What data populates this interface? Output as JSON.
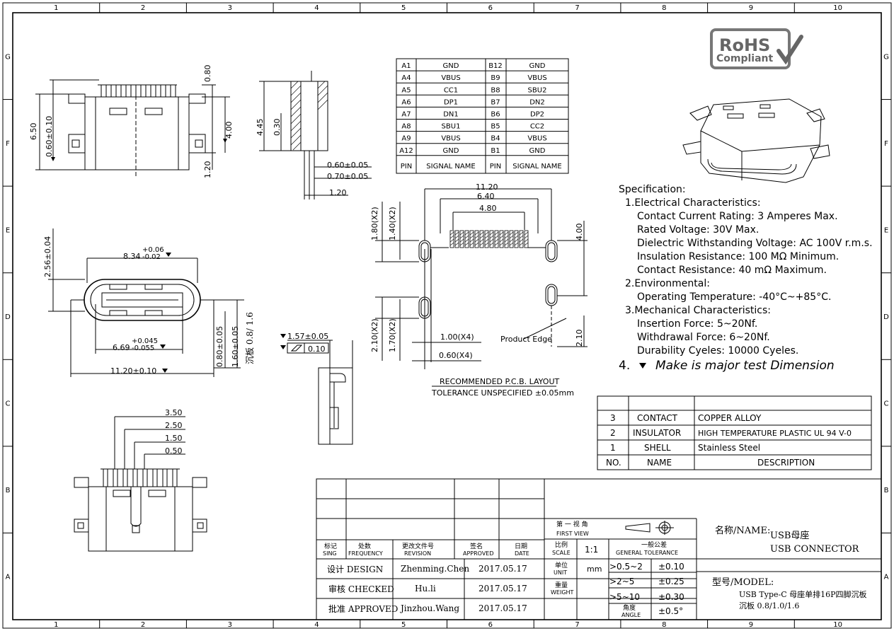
{
  "frame": {
    "columns": [
      "1",
      "2",
      "3",
      "4",
      "5",
      "6",
      "7",
      "8",
      "9",
      "10"
    ],
    "rows": [
      "G",
      "F",
      "E",
      "D",
      "C",
      "B",
      "A"
    ]
  },
  "views": {
    "top_view": {
      "dims": [
        "6.50",
        "0.60±0.10",
        "0.80",
        "4.00",
        "1.20"
      ]
    },
    "side_view": {
      "dims": [
        "4.45",
        "0.30",
        "0.60±0.05",
        "0.70±0.05",
        "1.20"
      ]
    },
    "front_view": {
      "dims": [
        "2.56±0.04",
        "8.34",
        "+0.06",
        "-0.02",
        "6.69",
        "+0.045",
        "-0.055",
        "11.20±0.10",
        "0.80±0.05",
        "1.60±0.05",
        "沉板 0.8/ 1.6"
      ]
    },
    "flatness": {
      "dims": [
        "1.57±0.05",
        "0.10"
      ]
    },
    "bottom_view": {
      "dims": [
        "3.50",
        "2.50",
        "1.50",
        "0.50"
      ]
    }
  },
  "pin_table": {
    "header": [
      "PIN",
      "SIGNAL NAME",
      "PIN",
      "SIGNAL NAME"
    ],
    "rows": [
      [
        "A1",
        "GND",
        "B12",
        "GND"
      ],
      [
        "A4",
        "VBUS",
        "B9",
        "VBUS"
      ],
      [
        "A5",
        "CC1",
        "B8",
        "SBU2"
      ],
      [
        "A6",
        "DP1",
        "B7",
        "DN2"
      ],
      [
        "A7",
        "DN1",
        "B6",
        "DP2"
      ],
      [
        "A8",
        "SBU1",
        "B5",
        "CC2"
      ],
      [
        "A9",
        "VBUS",
        "B4",
        "VBUS"
      ],
      [
        "A12",
        "GND",
        "B1",
        "GND"
      ]
    ]
  },
  "pcb_layout": {
    "dims": [
      "11.20",
      "6.40",
      "4.80",
      "1.80(X2)",
      "1.40(X2)",
      "4.00",
      "2.10(X2)",
      "1.70(X2)",
      "1.00(X4)",
      "0.60(X4)",
      "2.10"
    ],
    "product_edge": "Product Edge",
    "title": "RECOMMENDED  P.C.B. LAYOUT",
    "tolerance": "TOLERANCE UNSPECIFIED ±0.05mm"
  },
  "rohs": {
    "line1": "RoHS",
    "line2": "Compliant"
  },
  "specification": {
    "title": "Specification:",
    "lines": [
      "1.Electrical Characteristics:",
      "Contact Current Rating: 3 Amperes Max.",
      "Rated Voltage:   30V Max.",
      "Dielectric Withstanding Voltage: AC 100V r.m.s.",
      "Insulation Resistance: 100 MΩ Minimum.",
      "Contact Resistance: 40 mΩ Maximum.",
      "2.Environmental:",
      "Operating Temperature: -40°C~+85°C.",
      "3.Mechanical Characteristics:",
      "Insertion Force: 5~20Nf.",
      "Withdrawal Force: 6~20Nf.",
      "Durability Cyeles: 10000 Cyeles."
    ],
    "note_number": "4.",
    "note_text": "Make is major test Dimension"
  },
  "material_table": {
    "header": [
      "NO.",
      "NAME",
      "DESCRIPTION"
    ],
    "rows": [
      [
        "3",
        "CONTACT",
        "COPPER ALLOY"
      ],
      [
        "2",
        "INSULATOR",
        "HIGH TEMPERATURE PLASTIC UL 94 V-0"
      ],
      [
        "1",
        "SHELL",
        "Stainless Steel"
      ]
    ]
  },
  "title_block": {
    "col_headers": [
      {
        "cn": "标记",
        "en": "SING"
      },
      {
        "cn": "处数",
        "en": "FREQUENCY"
      },
      {
        "cn": "更改文件号",
        "en": "REVISION"
      },
      {
        "cn": "签名",
        "en": "APPROVED"
      },
      {
        "cn": "日期",
        "en": "DATE"
      }
    ],
    "signoffs": [
      {
        "role": "设计 DESIGN",
        "name": "Zhenming.Chen",
        "date": "2017.05.17"
      },
      {
        "role": "审核 CHECKED",
        "name": "Hu.li",
        "date": "2017.05.17"
      },
      {
        "role": "批准 APPROVED",
        "name": "Jinzhou.Wang",
        "date": "2017.05.17"
      }
    ],
    "projection": {
      "cn": "第 一 视 角",
      "en": "FIRST VIEW"
    },
    "scale": {
      "cn": "比例",
      "en": "SCALE",
      "value": "1:1"
    },
    "unit": {
      "cn": "单位",
      "en": "UNIT",
      "value": "mm"
    },
    "weight": {
      "cn": "重量",
      "en": "WEIGHT"
    },
    "general_tolerance": {
      "cn": "一般公差",
      "en": "GENERAL TOLERANCE"
    },
    "tolerances": [
      {
        "range": ">0.5~2",
        "value": "±0.10"
      },
      {
        "range": ">2~5",
        "value": "±0.25"
      },
      {
        "range": ">5~10",
        "value": "±0.30"
      },
      {
        "range_cn": "角度",
        "range_en": "ANGLE",
        "value": "±0.5°"
      }
    ],
    "name_label": "名称/NAME:",
    "name_cn": "USB母座",
    "name_en": "USB CONNECTOR",
    "model_label": "型号/MODEL:",
    "model_line1": "USB Type-C 母座单排16P四脚沉板",
    "model_line2": "沉板 0.8/1.0/1.6"
  }
}
